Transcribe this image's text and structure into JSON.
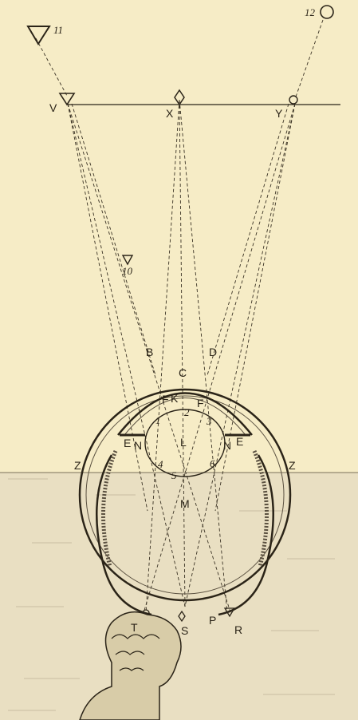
{
  "labels": {
    "V": "V",
    "X": "X",
    "Y": "Y",
    "B": "B",
    "C": "C",
    "D": "D",
    "F_left": "F",
    "K": "K",
    "F_right": "F",
    "E_left": "E",
    "N_left": "N",
    "L": "L",
    "N_right": "N",
    "E_right": "E",
    "Z_left": "Z",
    "Z_right": "Z",
    "M": "M",
    "T": "T",
    "S": "S",
    "R": "R",
    "P": "P"
  },
  "numbers": {
    "n1": "1",
    "n2": "2",
    "n3": "3",
    "n4": "4",
    "n5": "5",
    "n6": "6",
    "n10": "10",
    "n11": "11",
    "n12": "12"
  },
  "colors": {
    "paper": "#f6ecc6",
    "ink": "#2b2418",
    "lower_panel": "#e9dfc2"
  }
}
